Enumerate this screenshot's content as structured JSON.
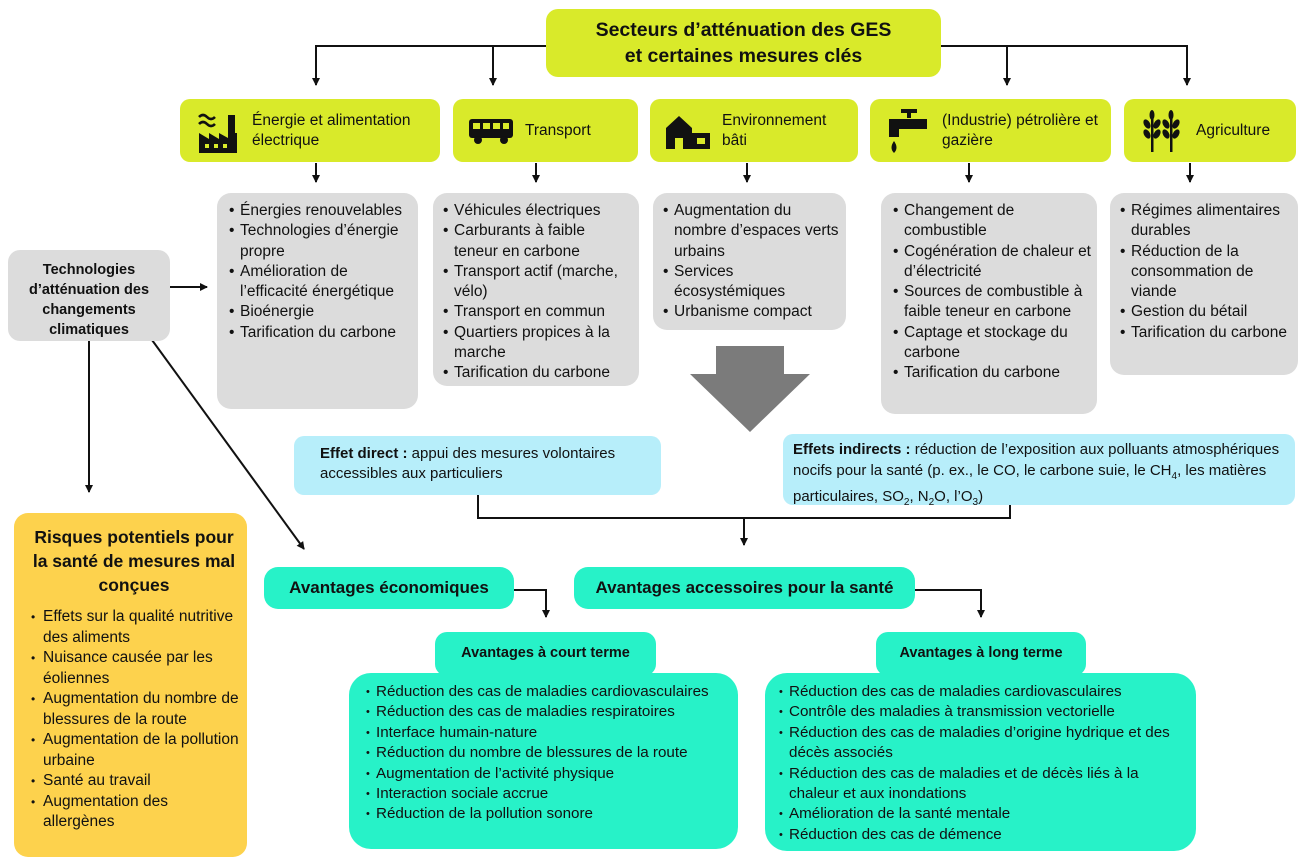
{
  "title": {
    "line1": "Secteurs d’atténuation des GES",
    "line2": "et certaines mesures clés"
  },
  "colors": {
    "sector": "#d9ea2a",
    "grey": "#dcdcdc",
    "blue": "#b7eefa",
    "teal": "#27f2c8",
    "orange": "#fdd24d"
  },
  "sectors": [
    {
      "icon": "factory-icon",
      "label": "Énergie et alimentation électrique",
      "items": [
        "Énergies renouvelables",
        "Technologies d’énergie propre",
        "Amélioration de l’efficacité énergétique",
        "Bioénergie",
        "Tarification du carbone"
      ]
    },
    {
      "icon": "bus-icon",
      "label": "Transport",
      "items": [
        "Véhicules électriques",
        "Carburants à faible teneur en carbone",
        "Transport actif (marche, vélo)",
        "Transport en commun",
        "Quartiers propices à la marche",
        "Tarification du carbone"
      ]
    },
    {
      "icon": "house-icon",
      "label": "Environnement bâti",
      "items": [
        "Augmentation du nombre d’espaces verts urbains",
        "Services écosystémiques",
        "Urbanisme compact"
      ]
    },
    {
      "icon": "faucet-icon",
      "label": "(Industrie) pétrolière et gazière",
      "items": [
        "Changement de combustible",
        "Cogénération de chaleur et d’électricité",
        "Sources de combustible à faible teneur en carbone",
        "Captage et stockage du carbone",
        "Tarification du carbone"
      ]
    },
    {
      "icon": "wheat-icon",
      "label": "Agriculture",
      "items": [
        "Régimes alimentaires durables",
        "Réduction de la consommation de viande",
        "Gestion du bétail",
        "Tarification du carbone"
      ]
    }
  ],
  "technologies": "Technologies d’atténuation des changements climatiques",
  "direct": {
    "bold": "Effet direct :",
    "text": " appui des mesures volontaires accessibles aux particuliers"
  },
  "indirect": {
    "bold": "Effets indirects :",
    "text": " réduction de l’exposition aux polluants atmosphériques nocifs pour la santé (p. ex., le CO, le carbone suie, le CH",
    "sub_ch4": "4",
    "text2": ", les matières particulaires, SO",
    "sub_so2": "2",
    "text3": ", N",
    "sub_n2o": "2",
    "text4": "O, l’O",
    "sub_o3": "3",
    "text5": ")"
  },
  "econ": "Avantages économiques",
  "health": "Avantages accessoires pour la santé",
  "short": {
    "title": "Avantages à court terme",
    "items": [
      "Réduction des cas de maladies cardiovasculaires",
      "Réduction des cas de maladies respiratoires",
      "Interface humain-nature",
      "Réduction du nombre de blessures de la route",
      "Augmentation de l’activité physique",
      "Interaction sociale accrue",
      "Réduction de la pollution sonore"
    ]
  },
  "long": {
    "title": "Avantages à long terme",
    "items": [
      "Réduction des cas de maladies cardiovasculaires",
      "Contrôle des maladies à transmission vectorielle",
      "Réduction des cas de maladies d’origine hydrique et des décès associés",
      "Réduction des cas de maladies et de décès liés à la chaleur et aux inondations",
      "Amélioration de la santé mentale",
      "Réduction des cas de démence"
    ]
  },
  "risks": {
    "title": "Risques potentiels pour la santé de mesures mal conçues",
    "items": [
      "Effets sur la qualité nutritive des aliments",
      "Nuisance causée par les éoliennes",
      "Augmentation du nombre de blessures de la route",
      "Augmentation de la pollution urbaine",
      "Santé au travail",
      "Augmentation des allergènes"
    ]
  }
}
